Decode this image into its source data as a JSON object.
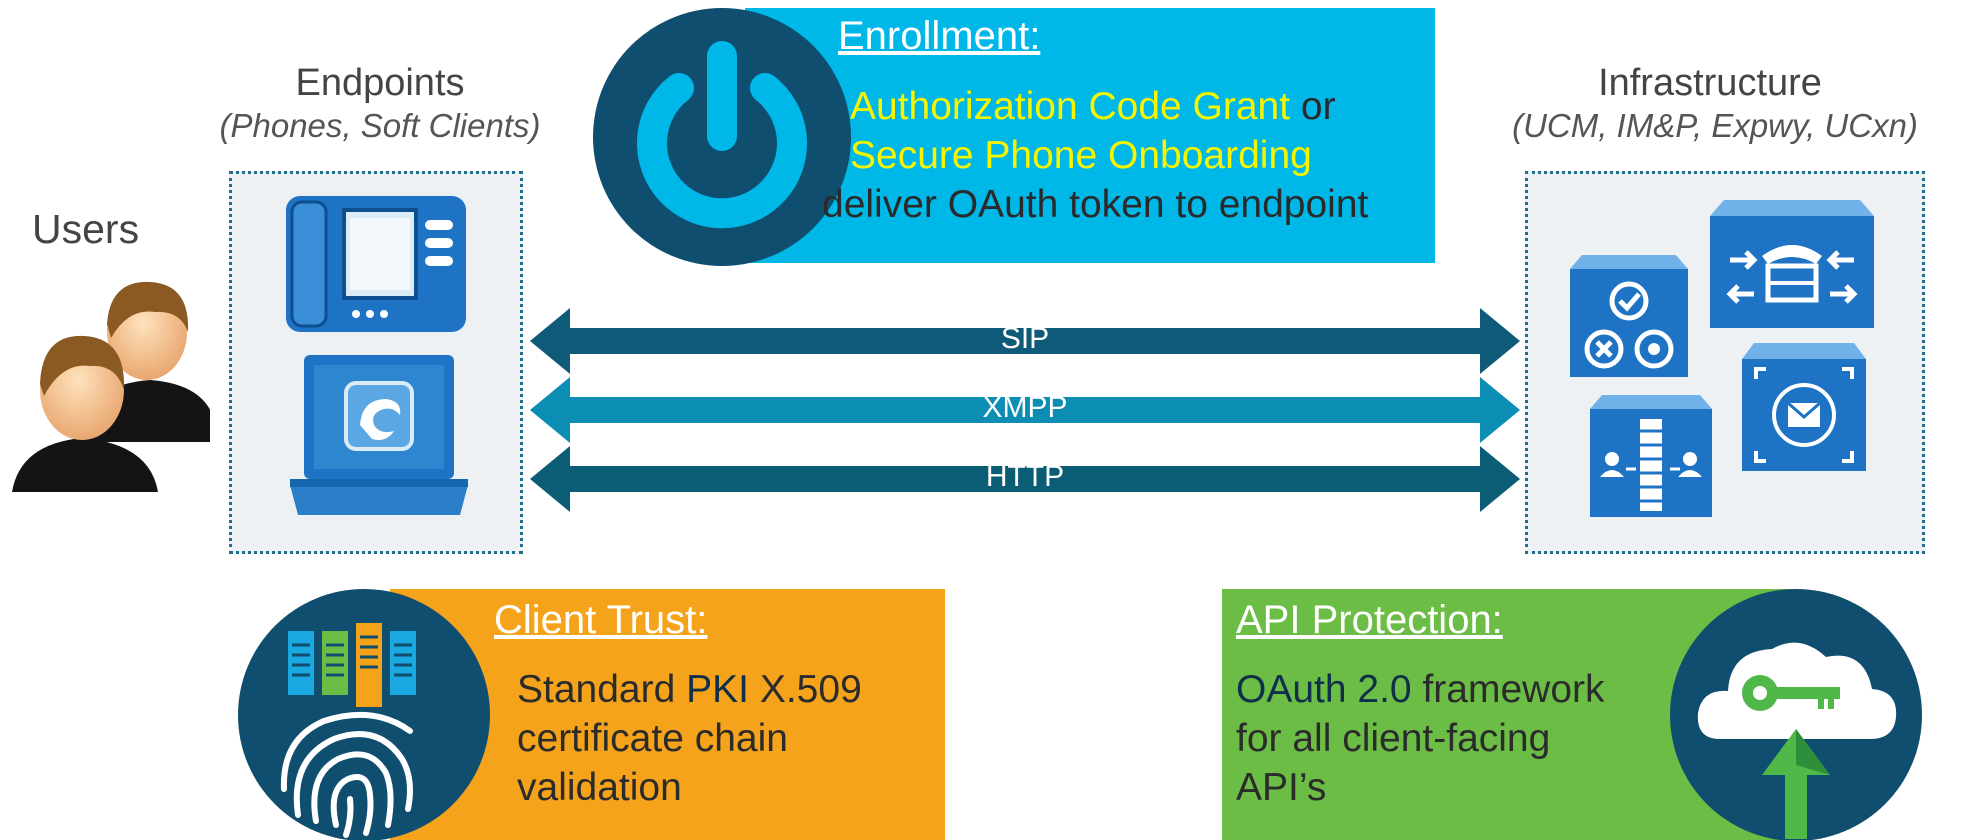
{
  "users": {
    "label": "Users"
  },
  "endpoints": {
    "title": "Endpoints",
    "subtitle": "(Phones, Soft Clients)"
  },
  "infrastructure": {
    "title": "Infrastructure",
    "subtitle": "(UCM, IM&P, Expwy, UCxn)"
  },
  "enrollment": {
    "title": "Enrollment:",
    "line1_highlight": "Authorization Code Grant",
    "line1_rest": " or",
    "line2_initial": "S",
    "line2_highlight": "ecure Phone Onboarding",
    "line3": "deliver OAuth token to endpoint"
  },
  "protocols": [
    {
      "label": "SIP",
      "color": "#0e5a78"
    },
    {
      "label": "XMPP",
      "color": "#0c8db4"
    },
    {
      "label": "HTTP",
      "color": "#0b5d75"
    }
  ],
  "client_trust": {
    "title": "Client Trust:",
    "pre": "Standard ",
    "highlight": "PKI",
    "post": " X.509",
    "line2": "certificate chain",
    "line3": "validation"
  },
  "api_protection": {
    "title": "API Protection:",
    "highlight": "OAuth 2.0",
    "post": " framework",
    "line2": "for all client-facing",
    "line3": "API’s"
  },
  "icons": [
    "users-icon",
    "ip-phone-icon",
    "laptop-jabber-icon",
    "power-icon",
    "unified-cm-icon",
    "unified-presence-icon",
    "expressway-icon",
    "unity-connection-icon",
    "certificate-fingerprint-icon",
    "cloud-key-icon"
  ],
  "colors": {
    "enrollment_bg": "#00b8e8",
    "client_trust_bg": "#f5a31b",
    "api_bg": "#6cbd45",
    "dark_blue": "#0f4e6e",
    "highlight": "#f5f500"
  }
}
